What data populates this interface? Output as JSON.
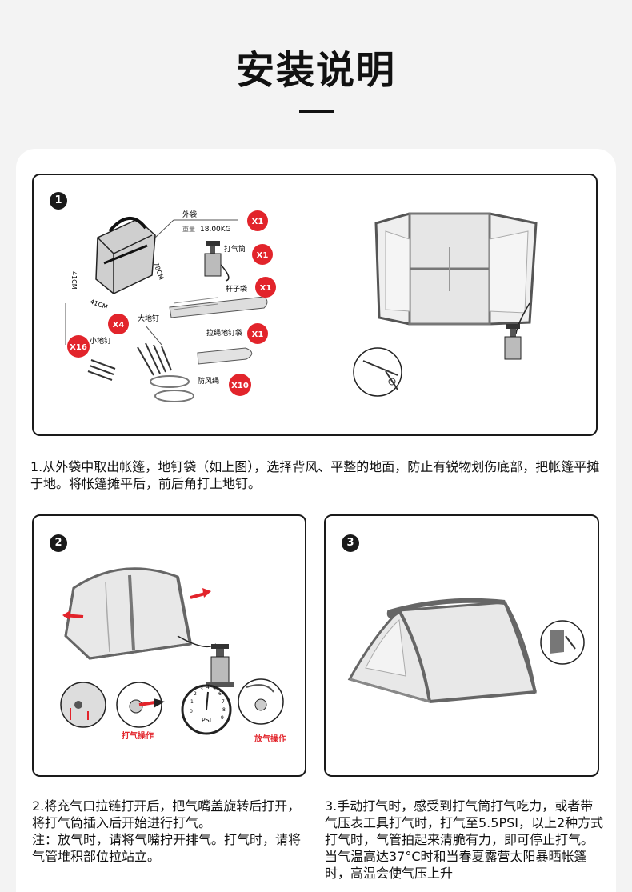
{
  "page": {
    "title": "安装说明"
  },
  "step1": {
    "number": "1",
    "labels": {
      "outer_bag": "外袋",
      "weight": "重量",
      "weight_value": "18.00KG",
      "pump": "打气筒",
      "pole_bag": "杆子袋",
      "big_stake": "大地钉",
      "rope_stake_bag": "拉绳地钉袋",
      "small_stake": "小地钉",
      "guy_rope": "防风绳",
      "dim_h": "41CM",
      "dim_w": "41CM",
      "dim_l": "78CM"
    },
    "badges": {
      "outer_bag": "X1",
      "pump": "X1",
      "pole_bag": "X1",
      "big_stake": "X4",
      "rope_stake_bag": "X1",
      "small_stake": "X16",
      "guy_rope": "X10"
    },
    "text": "1.从外袋中取出帐篷，地钉袋（如上图），选择背风、平整的地面，防止有锐物划伤底部，把帐篷平摊于地。将帐篷摊平后，前后角打上地钉。"
  },
  "step2": {
    "number": "2",
    "inflate_label": "打气操作",
    "deflate_label": "放气操作",
    "gauge_unit": "PSI",
    "gauge_ticks": [
      "1",
      "2",
      "3",
      "4",
      "5",
      "6",
      "7",
      "8",
      "9",
      "0"
    ],
    "text_lines": [
      "2.将充气口拉链打开后，把气嘴盖旋转后打开，将打气筒插入后开始进行打气。",
      "注：放气时，请将气嘴拧开排气。打气时，请将气管堆积部位拉站立。"
    ]
  },
  "step3": {
    "number": "3",
    "text": "3.手动打气时，感受到打气筒打气吃力，或者带气压表工具打气时，打气至5.5PSI，以上2种方式打气时，气管拍起来清脆有力，即可停止打气。当气温高达37°C时和当春夏露营太阳暴晒帐篷时，高温会使气压上升"
  },
  "colors": {
    "badge": "#e2242b",
    "frame": "#1a1a1a",
    "tent_frame": "#6a6a6a"
  }
}
